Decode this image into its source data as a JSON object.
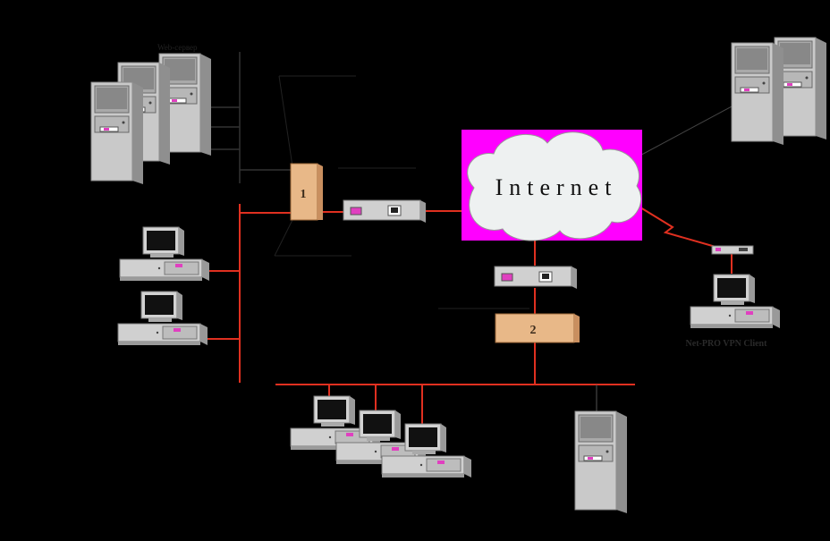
{
  "internet": {
    "label": "Internet",
    "cloud_bg": "#ff00ff",
    "cloud_fill": "#eef1f1"
  },
  "web_server_label": "Web-сервер",
  "firewall_1": {
    "label": "1"
  },
  "firewall_2": {
    "label": "2"
  },
  "vpn_client_label": "Net-PRO VPN Client",
  "colors": {
    "background": "#000000",
    "link_red": "#e03020",
    "firewall_fill": "#e8b888",
    "device_gray": "#c8c8c8",
    "accent_magenta": "#e040c0"
  }
}
